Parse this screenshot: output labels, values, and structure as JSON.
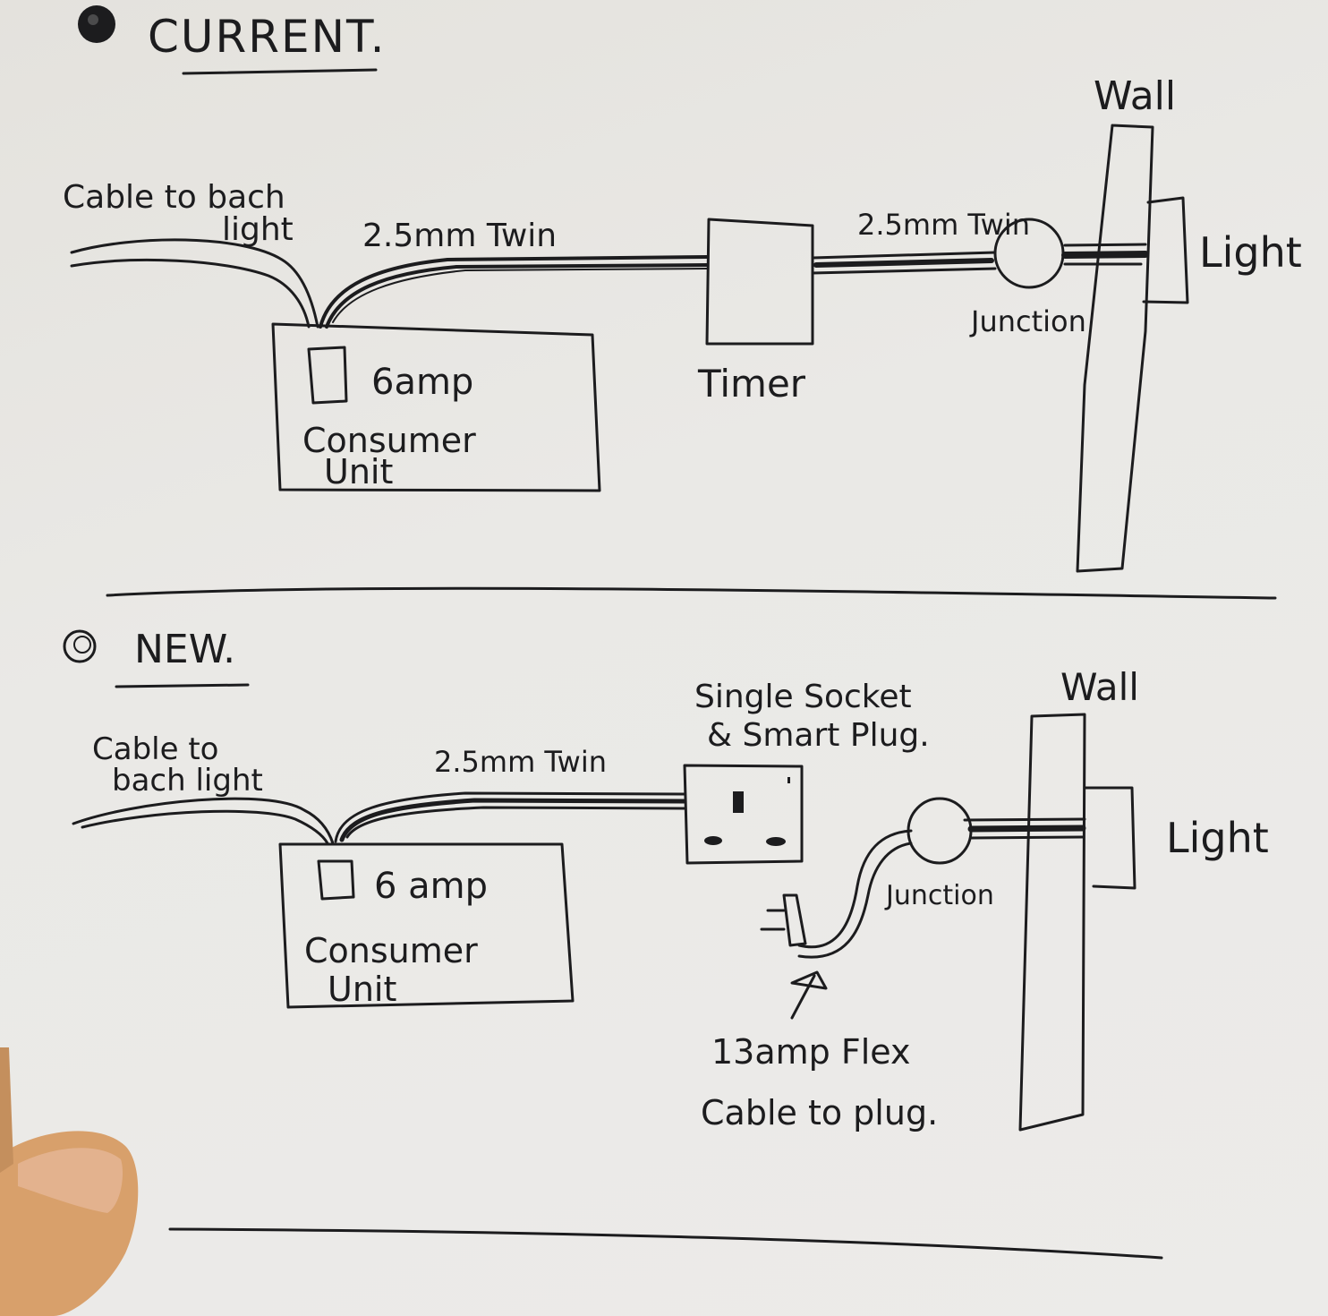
{
  "sections": {
    "current": {
      "heading": "CURRENT.",
      "labels": {
        "cable_to_back_light": "Cable to bach light",
        "cable_to_back_light_line1": "Cable to bach",
        "cable_to_back_light_line2": "light",
        "twin_cable_1": "2.5mm Twin",
        "twin_cable_2": "2.5mm Twin",
        "breaker": "6amp",
        "consumer_unit_line1": "Consumer",
        "consumer_unit_line2": "Unit",
        "timer": "Timer",
        "junction": "Junction",
        "wall": "Wall",
        "light": "Light"
      }
    },
    "new": {
      "heading": "NEW.",
      "labels": {
        "cable_to_back_light_line1": "Cable to",
        "cable_to_back_light_line2": "bach light",
        "twin_cable": "2.5mm Twin",
        "breaker": "6 amp",
        "consumer_unit_line1": "Consumer",
        "consumer_unit_line2": "Unit",
        "socket_line1": "Single Socket",
        "socket_line2": "& Smart Plug.",
        "junction": "Junction",
        "wall": "Wall",
        "light": "Light",
        "flex_line1": "13amp Flex",
        "flex_line2": "Cable to plug."
      }
    }
  },
  "colors": {
    "ink": "#1c1c1e",
    "paper": "#ebeae7",
    "skin": "#d9a06a"
  }
}
